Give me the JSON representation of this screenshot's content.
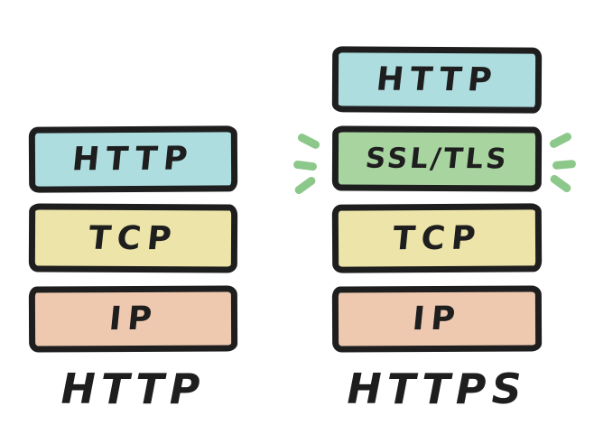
{
  "stacks": {
    "left": {
      "caption": "HTTP",
      "layers": [
        {
          "label": "HTTP",
          "fill": "#aedde0"
        },
        {
          "label": "TCP",
          "fill": "#ece4a8"
        },
        {
          "label": "IP",
          "fill": "#eec9b0"
        }
      ]
    },
    "right": {
      "caption": "HTTPS",
      "layers": [
        {
          "label": "HTTP",
          "fill": "#aedde0"
        },
        {
          "label": "SSL/TLS",
          "fill": "#a8d4a0",
          "emphasized": true
        },
        {
          "label": "TCP",
          "fill": "#ece4a8"
        },
        {
          "label": "IP",
          "fill": "#eec9b0"
        }
      ]
    }
  },
  "colors": {
    "background": "#ffffff",
    "ink": "#1e1e1e",
    "emphasis_marks": "#8cc88a",
    "layer_http": "#aedde0",
    "layer_ssl_tls": "#a8d4a0",
    "layer_tcp": "#ece4a8",
    "layer_ip": "#eec9b0"
  }
}
